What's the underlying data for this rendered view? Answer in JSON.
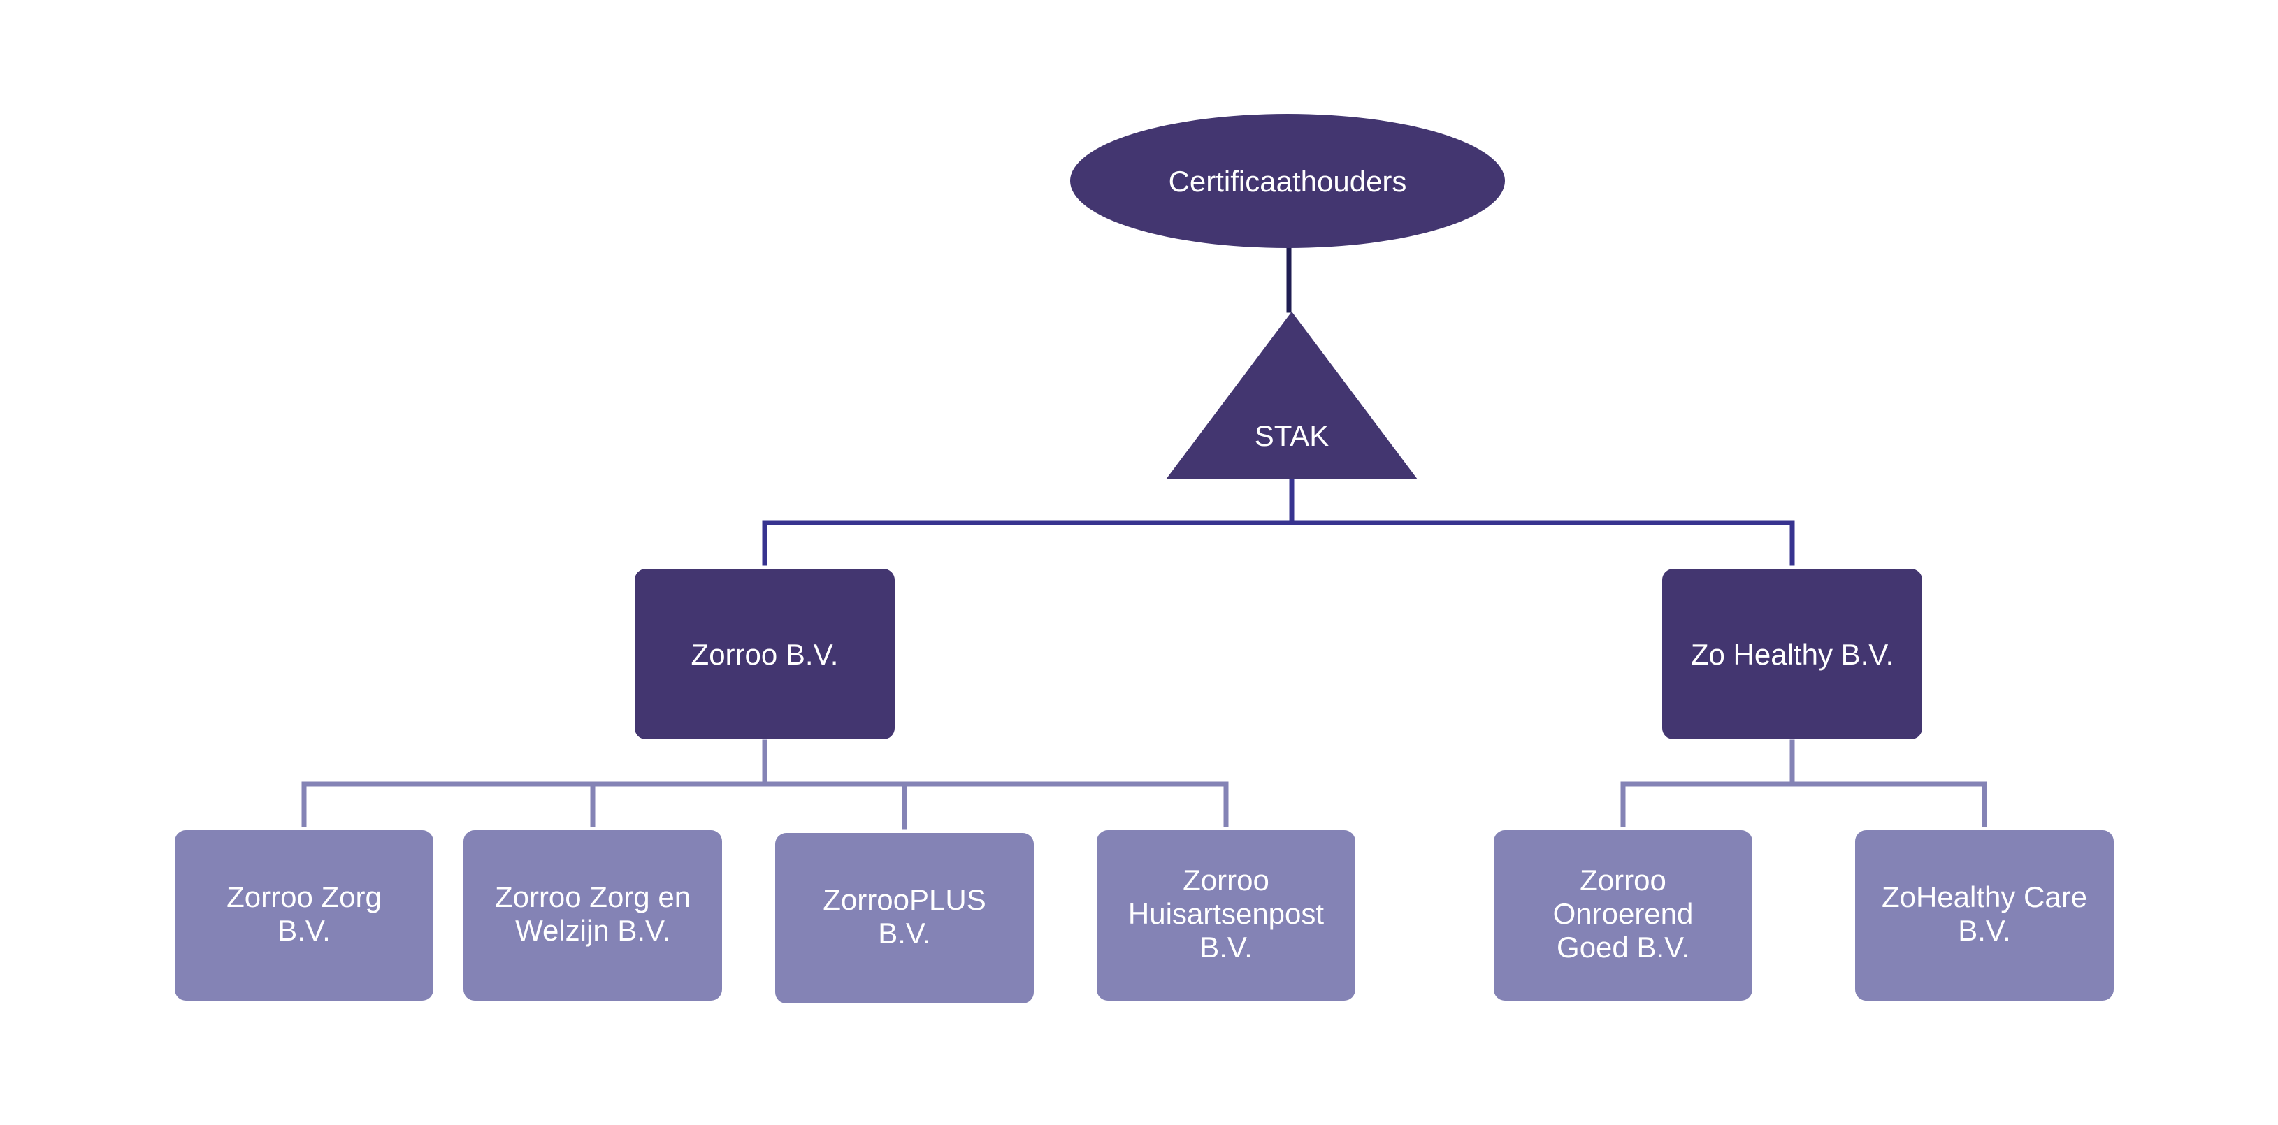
{
  "colors": {
    "dark_fill": "#433670",
    "light_fill": "#8483b5",
    "top_connector": "#1f1d52",
    "mid_connector": "#37338f",
    "low_connector": "#8483b5",
    "background": "#ffffff"
  },
  "nodes": {
    "certificaathouders": {
      "lines": [
        "Certificaathouders"
      ]
    },
    "stak": {
      "lines": [
        "STAK"
      ]
    },
    "zorroo_bv": {
      "lines": [
        "Zorroo B.V."
      ]
    },
    "zo_healthy_bv": {
      "lines": [
        "Zo Healthy B.V."
      ]
    },
    "zorroo_zorg_bv": {
      "lines": [
        "Zorroo Zorg",
        "B.V."
      ]
    },
    "zorroo_zorg_welzijn_bv": {
      "lines": [
        "Zorroo Zorg en",
        "Welzijn B.V."
      ]
    },
    "zorrooplus_bv": {
      "lines": [
        "ZorrooPLUS",
        "B.V."
      ]
    },
    "zorroo_huisartsenpost_bv": {
      "lines": [
        "Zorroo",
        "Huisartsenpost",
        "B.V."
      ]
    },
    "zorroo_onroerend_goed_bv": {
      "lines": [
        "Zorroo",
        "Onroerend",
        "Goed B.V."
      ]
    },
    "zohealthy_care_bv": {
      "lines": [
        "ZoHealthy Care",
        "B.V."
      ]
    }
  }
}
